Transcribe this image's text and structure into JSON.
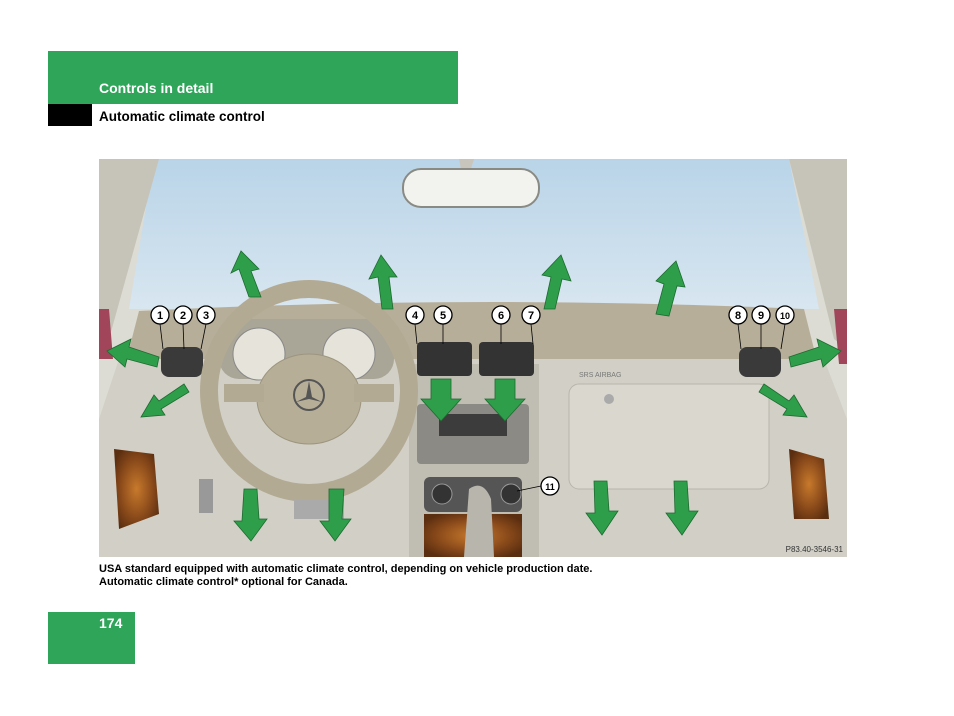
{
  "header": {
    "section": "Controls in detail",
    "subsection": "Automatic climate control"
  },
  "figure": {
    "reference": "P83.40-3546-31",
    "callouts": [
      "1",
      "2",
      "3",
      "4",
      "5",
      "6",
      "7",
      "8",
      "9",
      "10",
      "11"
    ],
    "airbag_text": "SRS AIRBAG"
  },
  "caption": {
    "line1": "USA standard equipped with automatic climate control, depending on vehicle production date.",
    "line2": "Automatic climate control* optional for Canada."
  },
  "footer": {
    "page_number": "174"
  },
  "colors": {
    "accent_green": "#2fa55a",
    "arrow_green": "#2e9e4a"
  }
}
